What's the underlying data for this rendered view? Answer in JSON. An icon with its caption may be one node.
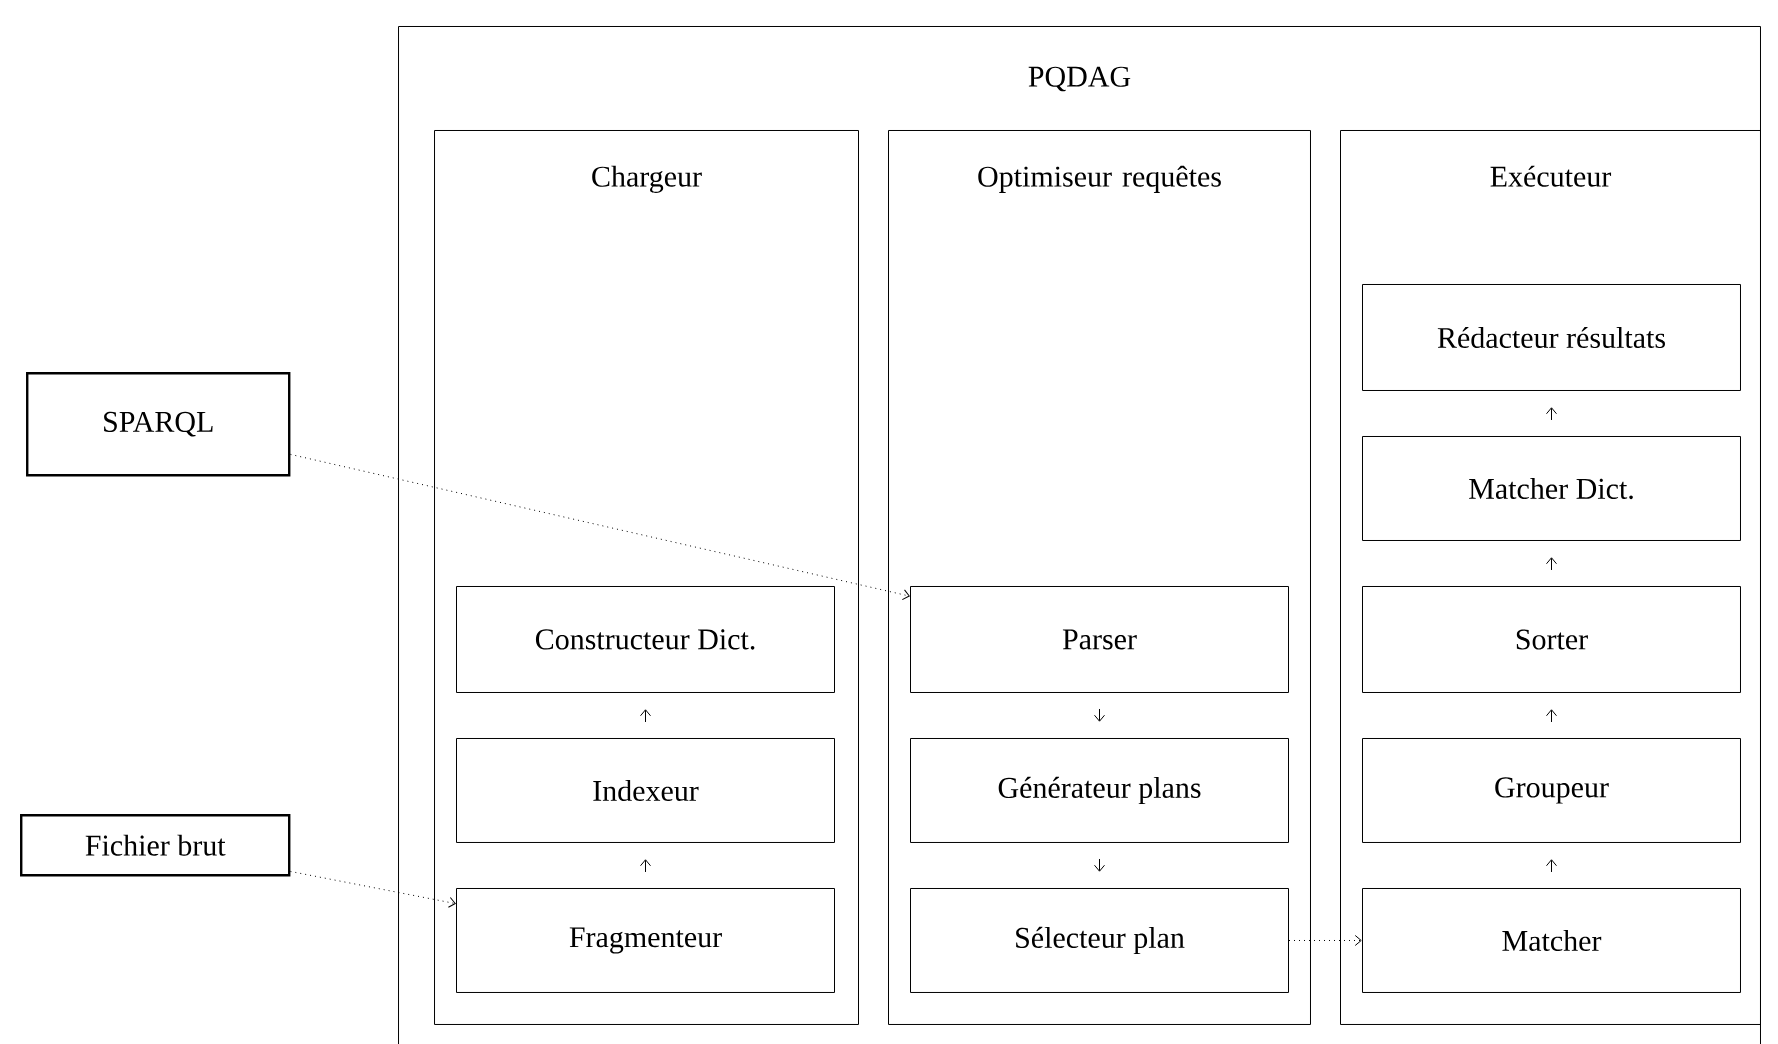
{
  "diagram": {
    "nodes": [
      {
        "text": [
          "SPARQL"
        ]
      },
      {
        "text": [
          "Fichier brut"
        ]
      },
      {
        "text": [
          "PQDAG"
        ]
      },
      {
        "text": [
          "Chargeur"
        ],
        "in": 2
      },
      {
        "text": [
          "Optimiseur requêtes"
        ],
        "in": 2
      },
      {
        "text": [
          "Exécuteur"
        ],
        "in": 2
      },
      {
        "text": [
          "Constructeur Dict."
        ],
        "in": 3
      },
      {
        "text": [
          "Indexeur"
        ],
        "in": 3
      },
      {
        "text": [
          "Fragmenteur"
        ],
        "in": 3
      },
      {
        "text": [
          "Parser"
        ],
        "in": 4
      },
      {
        "text": [
          "Générateur plans"
        ],
        "in": 4
      },
      {
        "text": [
          "Sélecteur plan"
        ],
        "in": 4
      },
      {
        "text": [
          "Rédacteur résultats"
        ],
        "in": 5
      },
      {
        "text": [
          "Matcher Dict."
        ],
        "in": 5
      },
      {
        "text": [
          "Sorter"
        ],
        "in": 5
      },
      {
        "text": [
          "Groupeur"
        ],
        "in": 5
      },
      {
        "text": [
          "Matcher"
        ],
        "in": 5
      }
    ],
    "edges": [
      {
        "from": 8,
        "to": 7,
        "arrow": "to"
      },
      {
        "from": 7,
        "to": 6,
        "arrow": "to"
      },
      {
        "from": 9,
        "to": 10,
        "arrow": "to"
      },
      {
        "from": 10,
        "to": 11,
        "arrow": "to"
      },
      {
        "from": 16,
        "to": 15,
        "arrow": "to"
      },
      {
        "from": 15,
        "to": 14,
        "arrow": "to"
      },
      {
        "from": 14,
        "to": 13,
        "arrow": "to"
      },
      {
        "from": 13,
        "to": 12,
        "arrow": "to"
      },
      {
        "from": 0,
        "to": 9,
        "arrow": "to",
        "style": "dashed"
      },
      {
        "from": 1,
        "to": 8,
        "arrow": "to",
        "style": "dashed"
      },
      {
        "from": 11,
        "to": 16,
        "arrow": "to",
        "style": "dashed"
      }
    ]
  }
}
